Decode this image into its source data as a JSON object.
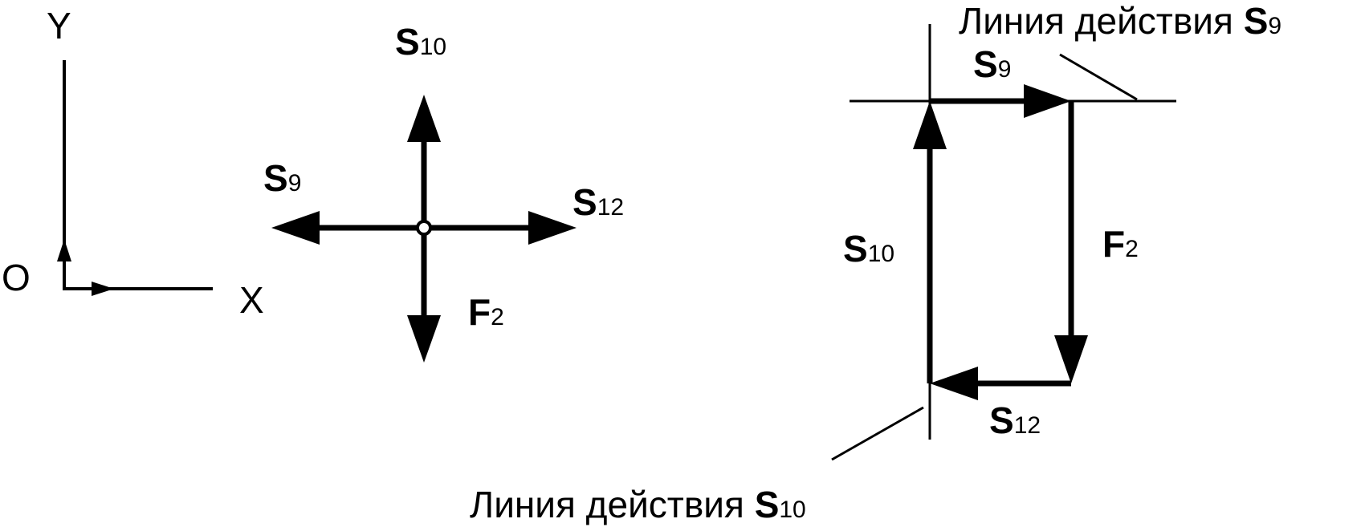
{
  "axes": {
    "y_label": "Y",
    "x_label": "X",
    "origin_label": "O"
  },
  "free_body": {
    "up": {
      "main": "S",
      "sub": "10"
    },
    "left": {
      "main": "S",
      "sub": "9"
    },
    "right": {
      "main": "S",
      "sub": "12"
    },
    "down": {
      "main": "F",
      "sub": "2"
    }
  },
  "polygon": {
    "top": {
      "main": "S",
      "sub": "9"
    },
    "left": {
      "main": "S",
      "sub": "10"
    },
    "right": {
      "main": "F",
      "sub": "2"
    },
    "bottom": {
      "main": "S",
      "sub": "12"
    },
    "caption_s9": {
      "text": "Линия действия ",
      "main": "S",
      "sub": "9"
    },
    "caption_s10": {
      "text": "Линия действия ",
      "main": "S",
      "sub": "10"
    }
  },
  "colors": {
    "ink": "#000000",
    "background": "#ffffff"
  }
}
